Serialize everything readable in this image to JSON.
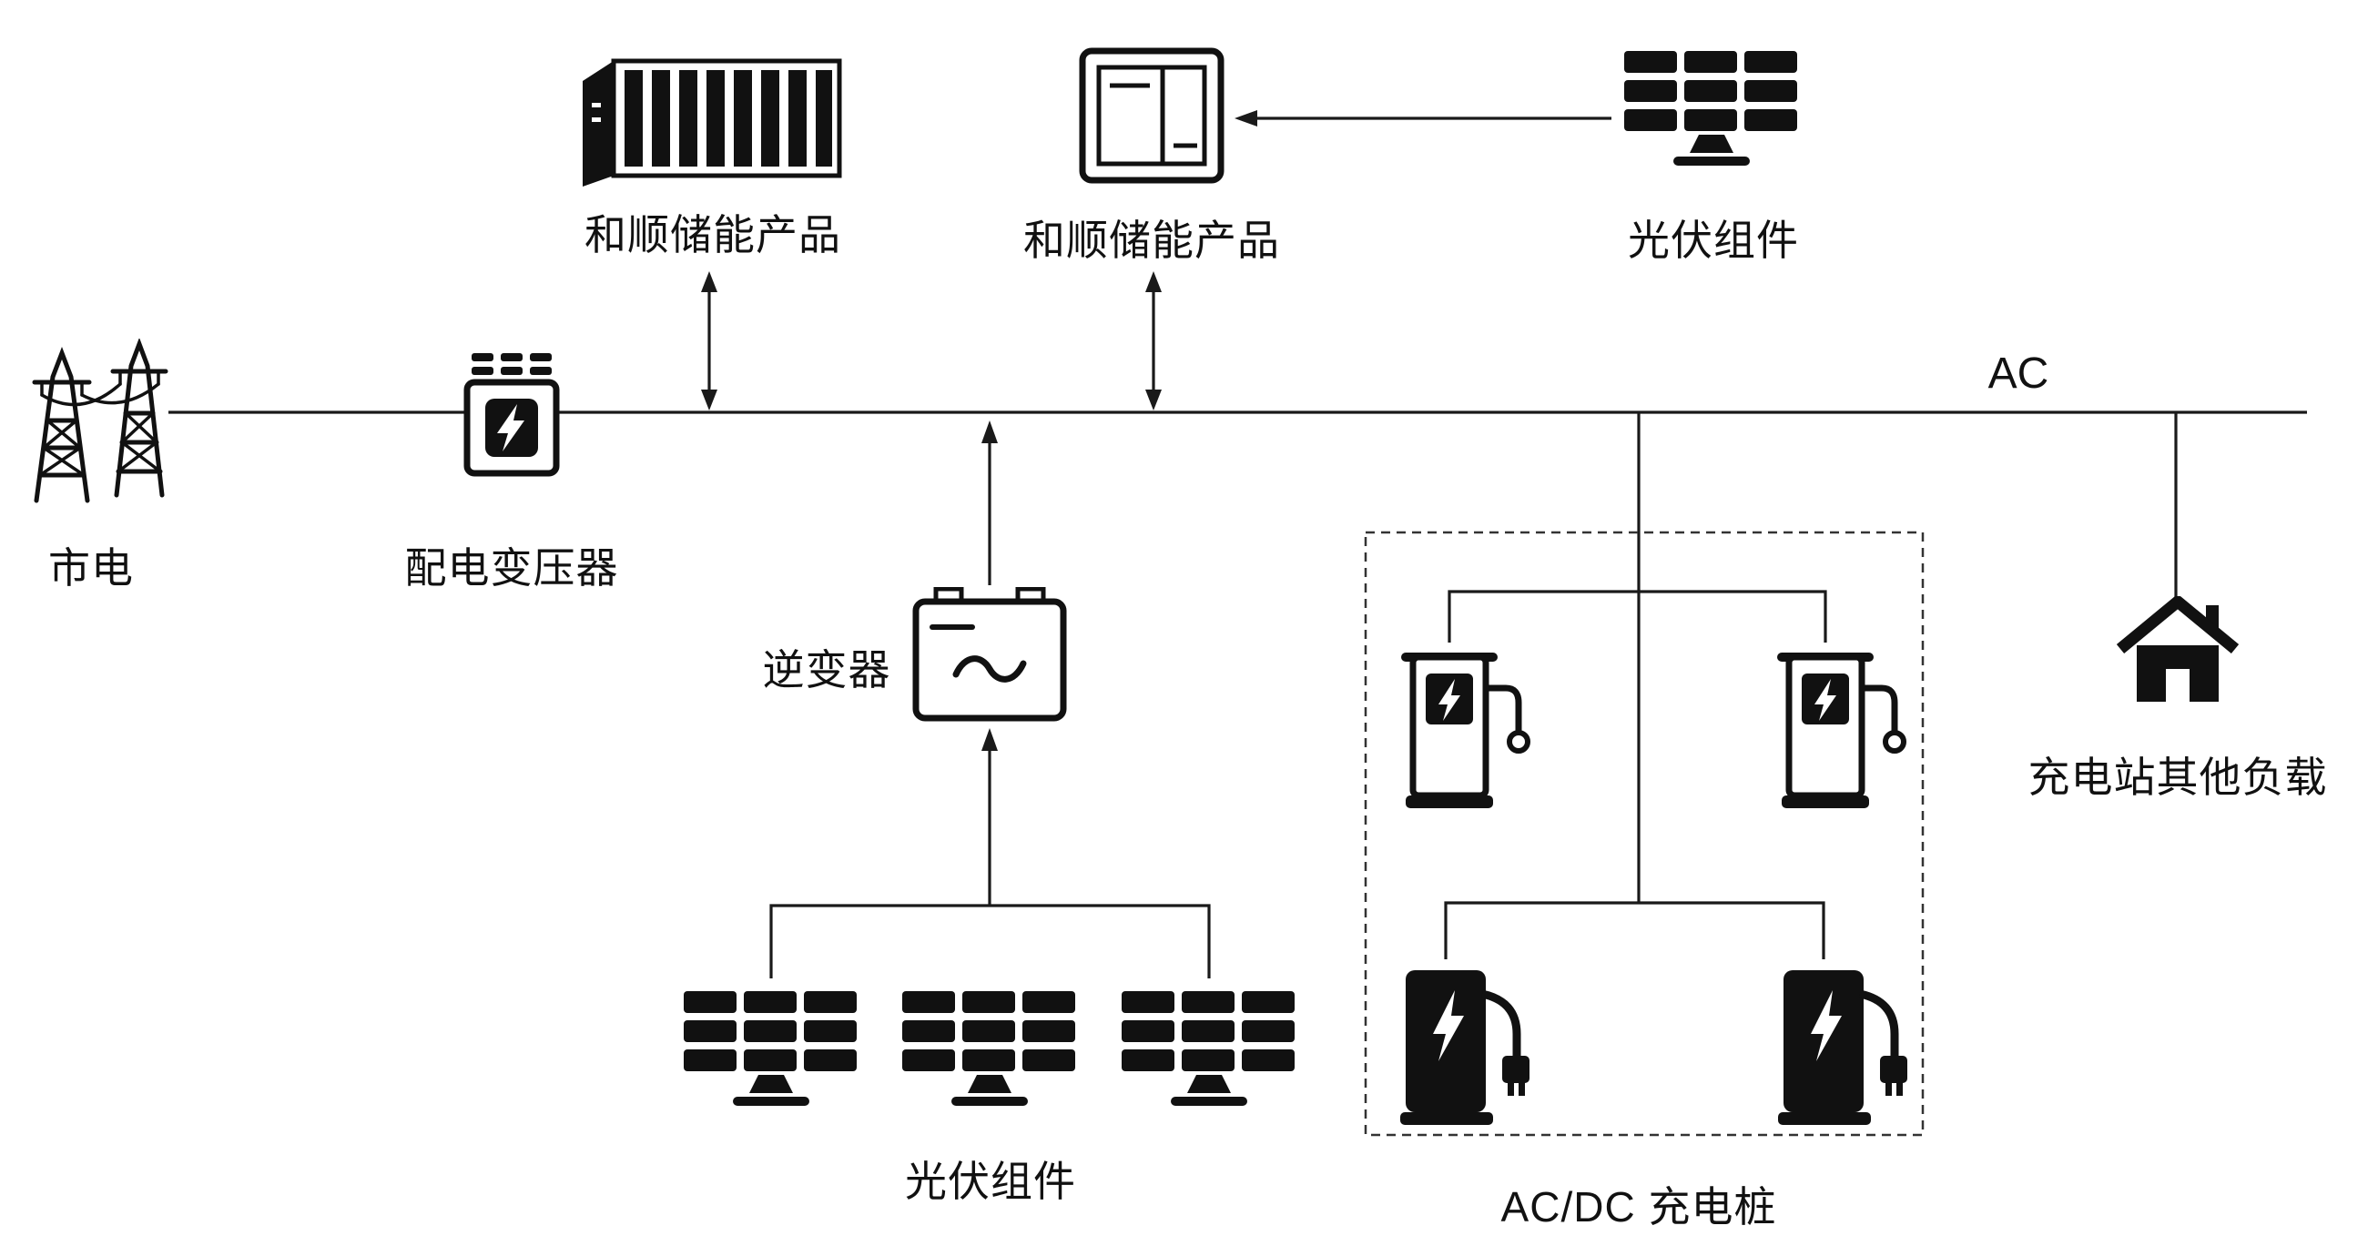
{
  "diagram": {
    "labels": {
      "storage_left": "和顺储能产品",
      "storage_right": "和顺储能产品",
      "pv_top": "光伏组件",
      "grid": "市电",
      "transformer": "配电变压器",
      "ac_bus": "AC",
      "inverter": "逆变器",
      "pv_bottom": "光伏组件",
      "charger_group": "AC/DC 充电桩",
      "other_load": "充电站其他负载"
    },
    "colors": {
      "ink": "#111111",
      "line": "#1a1a1a",
      "dashed_box": "#333333",
      "background": "#ffffff"
    }
  }
}
